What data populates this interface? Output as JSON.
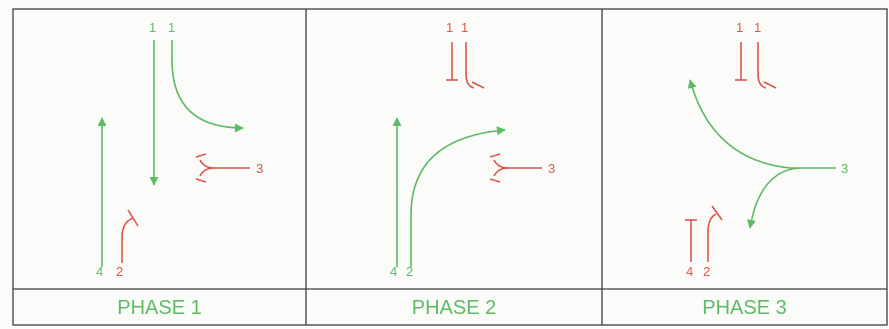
{
  "colors": {
    "green": "#5dbb63",
    "red": "#e05548",
    "frame": "#3f3f3f",
    "background": "#fbfbfa"
  },
  "phases": [
    {
      "title": "PHASE 1",
      "top_labels": [
        {
          "text": "1",
          "color": "green"
        },
        {
          "text": "1",
          "color": "green"
        }
      ],
      "side_label": {
        "text": "3",
        "color": "red"
      },
      "bottom_labels": [
        {
          "text": "4",
          "color": "green"
        },
        {
          "text": "2",
          "color": "red"
        }
      ]
    },
    {
      "title": "PHASE 2",
      "top_labels": [
        {
          "text": "1",
          "color": "red"
        },
        {
          "text": "1",
          "color": "red"
        }
      ],
      "side_label": {
        "text": "3",
        "color": "red"
      },
      "bottom_labels": [
        {
          "text": "4",
          "color": "green"
        },
        {
          "text": "2",
          "color": "green"
        }
      ]
    },
    {
      "title": "PHASE 3",
      "top_labels": [
        {
          "text": "1",
          "color": "red"
        },
        {
          "text": "1",
          "color": "red"
        }
      ],
      "side_label": {
        "text": "3",
        "color": "green"
      },
      "bottom_labels": [
        {
          "text": "4",
          "color": "red"
        },
        {
          "text": "2",
          "color": "red"
        }
      ]
    }
  ]
}
